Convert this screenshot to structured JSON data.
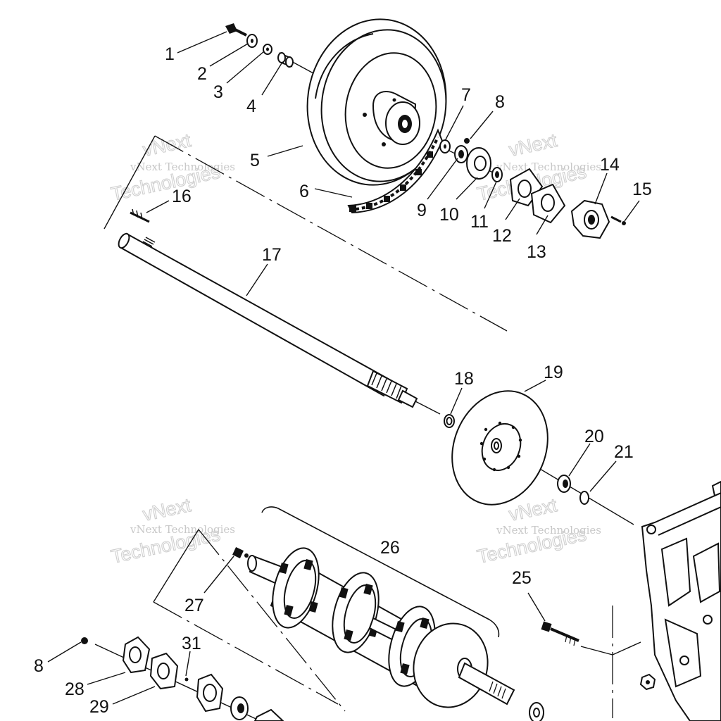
{
  "watermark": {
    "line1": "vNext",
    "line2": "vNext Technologies",
    "line3": "Technologies"
  },
  "labels": {
    "l1": "1",
    "l2": "2",
    "l3": "3",
    "l4": "4",
    "l5": "5",
    "l6": "6",
    "l7": "7",
    "l8": "8",
    "l9": "9",
    "l10": "10",
    "l11": "11",
    "l12": "12",
    "l13": "13",
    "l14": "14",
    "l15": "15",
    "l16": "16",
    "l17": "17",
    "l18": "18",
    "l19": "19",
    "l20": "20",
    "l21": "21",
    "l25": "25",
    "l26": "26",
    "l27": "27",
    "l8b": "8",
    "l28": "28",
    "l29": "29",
    "l31": "31"
  }
}
